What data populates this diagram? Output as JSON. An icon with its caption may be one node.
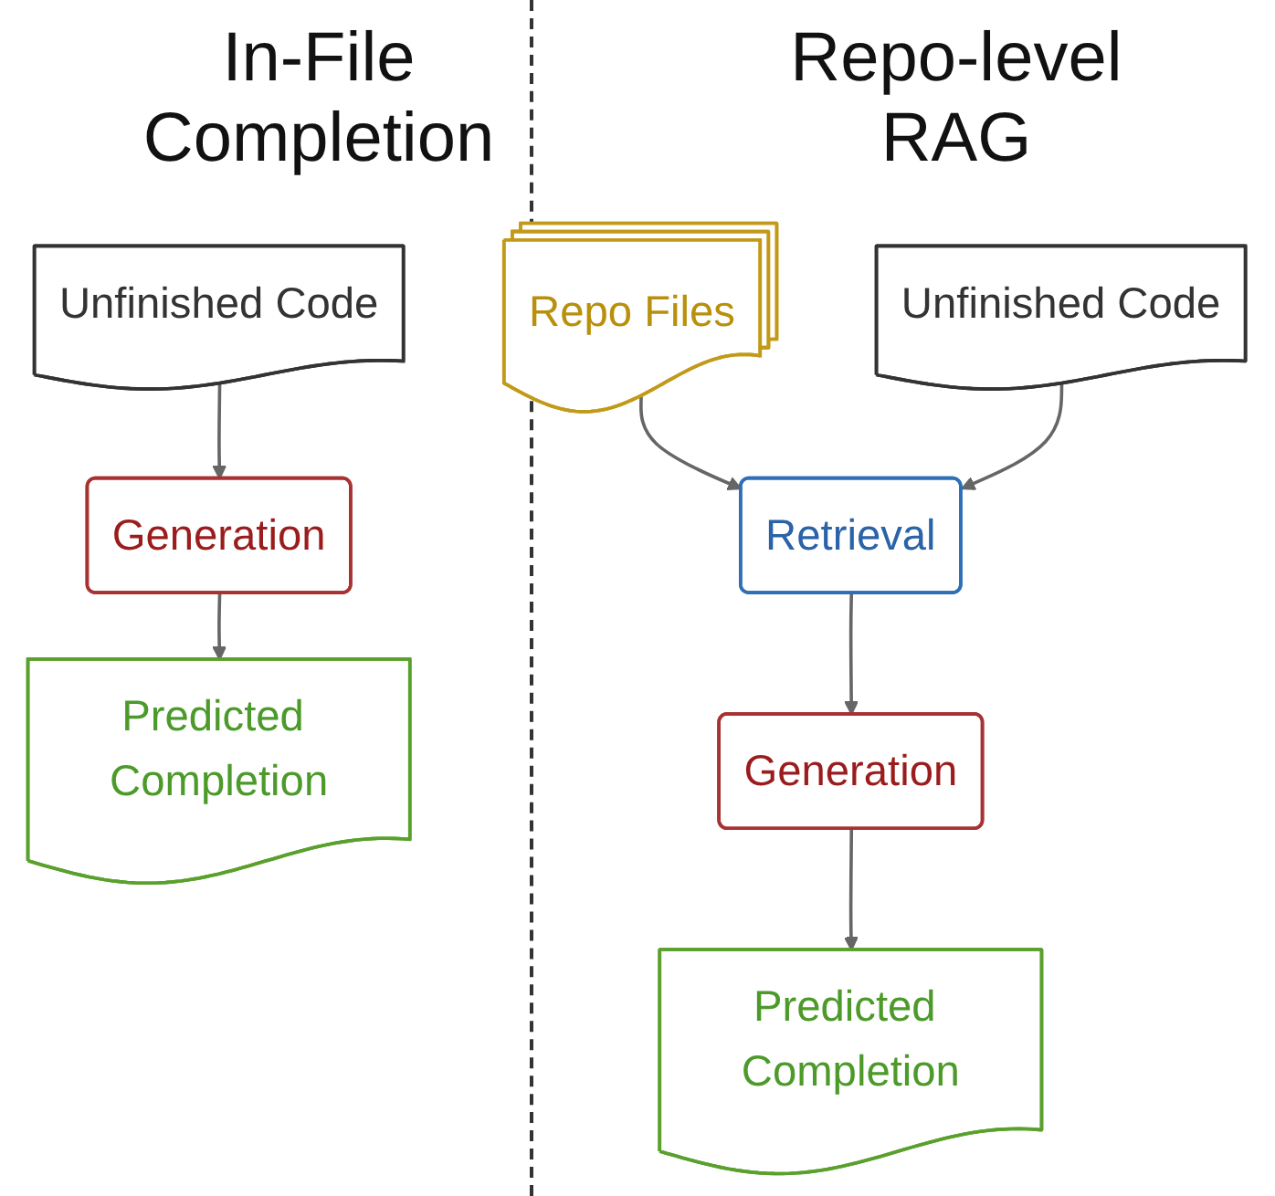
{
  "diagram": {
    "nodes": [
      {
        "text": [
          "Unfinished Code"
        ]
      },
      {
        "text": [
          "Generation"
        ]
      },
      {
        "text": [
          "Predicted Completion"
        ]
      },
      {
        "text": [
          "Repo Files"
        ]
      },
      {
        "text": [
          "Unfinished Code"
        ]
      },
      {
        "text": [
          "Retrieval"
        ]
      },
      {
        "text": [
          "Generation"
        ]
      },
      {
        "text": [
          "Predicted Completion"
        ]
      }
    ],
    "edges": [
      {
        "from": 0,
        "to": 1,
        "arrow": "to"
      },
      {
        "from": 1,
        "to": 2,
        "arrow": "to"
      },
      {
        "from": 3,
        "to": 5,
        "arrow": "to"
      },
      {
        "from": 4,
        "to": 5,
        "arrow": "to"
      },
      {
        "from": 5,
        "to": 6,
        "arrow": "to"
      },
      {
        "from": 6,
        "to": 7,
        "arrow": "to"
      }
    ],
    "labels": [
      "In-File Completion",
      "Repo-level RAG"
    ]
  }
}
